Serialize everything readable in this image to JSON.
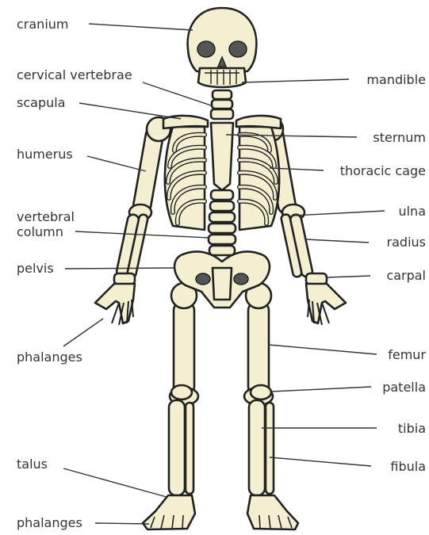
{
  "diagram": {
    "colors": {
      "bone_fill": "#F3EFD0",
      "outline": "#222222",
      "text": "#333333"
    },
    "labels": [
      {
        "id": "cranium",
        "text": "cranium"
      },
      {
        "id": "cervical-vertebrae",
        "text": "cervical vertebrae"
      },
      {
        "id": "scapula",
        "text": "scapula"
      },
      {
        "id": "humerus",
        "text": "humerus"
      },
      {
        "id": "vertebral-column-1",
        "text": "vertebral"
      },
      {
        "id": "vertebral-column-2",
        "text": "column"
      },
      {
        "id": "pelvis",
        "text": "pelvis"
      },
      {
        "id": "phalanges-hand",
        "text": "phalanges"
      },
      {
        "id": "talus",
        "text": "talus"
      },
      {
        "id": "phalanges-foot",
        "text": "phalanges"
      },
      {
        "id": "mandible",
        "text": "mandible"
      },
      {
        "id": "sternum",
        "text": "sternum"
      },
      {
        "id": "thoracic-cage",
        "text": "thoracic cage"
      },
      {
        "id": "ulna",
        "text": "ulna"
      },
      {
        "id": "radius",
        "text": "radius"
      },
      {
        "id": "carpal",
        "text": "carpal"
      },
      {
        "id": "femur",
        "text": "femur"
      },
      {
        "id": "patella",
        "text": "patella"
      },
      {
        "id": "tibia",
        "text": "tibia"
      },
      {
        "id": "fibula",
        "text": "fibula"
      }
    ]
  }
}
